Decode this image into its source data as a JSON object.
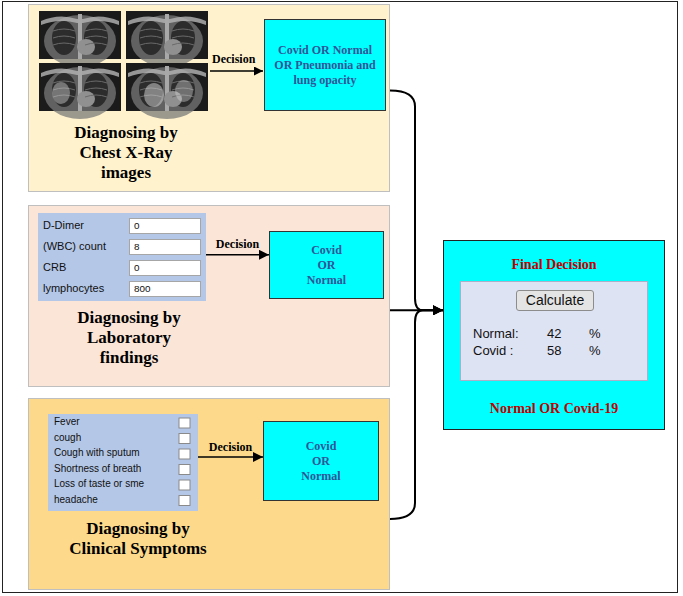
{
  "diagram": {
    "nodes": [
      {
        "text": [
          "Diagnosing by Chest X-Ray images"
        ]
      },
      {
        "text": [
          "Covid OR Normal OR Pneumonia and lung opacity"
        ],
        "in": 0
      },
      {
        "text": [
          "Diagnosing by Laboratory findings"
        ]
      },
      {
        "text": [
          "D-Dimer",
          "(WBC) count",
          "CRB",
          "lymphocytes"
        ],
        "in": 2
      },
      {
        "text": [
          "0"
        ],
        "in": 3
      },
      {
        "text": [
          "8"
        ],
        "in": 3
      },
      {
        "text": [
          "0"
        ],
        "in": 3
      },
      {
        "text": [
          "800"
        ],
        "in": 3
      },
      {
        "text": [
          "Covid OR Normal"
        ],
        "in": 2
      },
      {
        "text": [
          "Diagnosing by Clinical Symptoms"
        ]
      },
      {
        "text": [
          "Fever",
          "cough",
          "Cough with sputum",
          "Shortness of breath",
          "Loss of taste or sme",
          "headache"
        ],
        "in": 9
      },
      {
        "text": [
          "Covid OR Normal"
        ],
        "in": 9
      },
      {
        "text": [
          "Final Decision",
          "Normal OR Covid-19"
        ]
      },
      {
        "text": [
          "Normal:",
          "42",
          "%",
          "Covid :",
          "58",
          "%"
        ],
        "in": 12
      },
      {
        "text": [
          "Calculate"
        ],
        "in": 13
      }
    ],
    "edges": [
      {
        "from": 3,
        "to": 8,
        "label": "Decision",
        "arrow": "to"
      },
      {
        "from": 10,
        "to": 11,
        "label": "Decision",
        "arrow": "to"
      },
      {
        "from": 0,
        "to": 12,
        "arrow": "to"
      },
      {
        "from": 2,
        "to": 12,
        "arrow": "to"
      },
      {
        "from": 9,
        "to": 12,
        "arrow": "to"
      }
    ],
    "labels": [
      "Decision"
    ]
  }
}
